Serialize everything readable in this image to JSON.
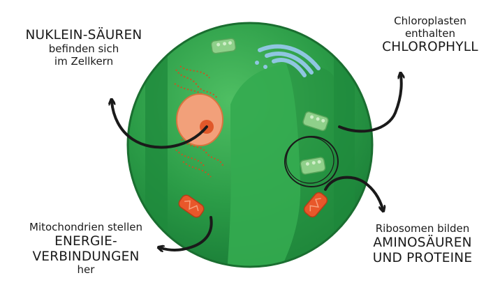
{
  "labels": {
    "nucleic": {
      "line1": "NUKLEIN-SÄUREN",
      "line2": "befinden sich",
      "line3": "im Zellkern"
    },
    "chloroplast": {
      "line1": "Chloroplasten",
      "line2": "enthalten",
      "line3": "CHLOROPHYLL"
    },
    "mitochondria": {
      "line1": "Mitochondrien stellen",
      "line2": "ENERGIE-",
      "line3": "VERBINDUNGEN",
      "line4": "her"
    },
    "ribosome": {
      "line1": "Ribosomen bilden",
      "line2": "AMINOSÄUREN",
      "line3": "UND PROTEINE"
    }
  },
  "colors": {
    "cell_dark": "#1f8a3c",
    "cell_mid": "#2fa34c",
    "cell_light": "#5cc46b",
    "nucleus": "#f2a07a",
    "nucleolus": "#e0582a",
    "dna": "#c9541f",
    "chloroplast": "#8fd08a",
    "mitochondrion": "#e8572a",
    "ribosome_rna": "#8fc6e0",
    "arrow": "#1a1a1a"
  }
}
